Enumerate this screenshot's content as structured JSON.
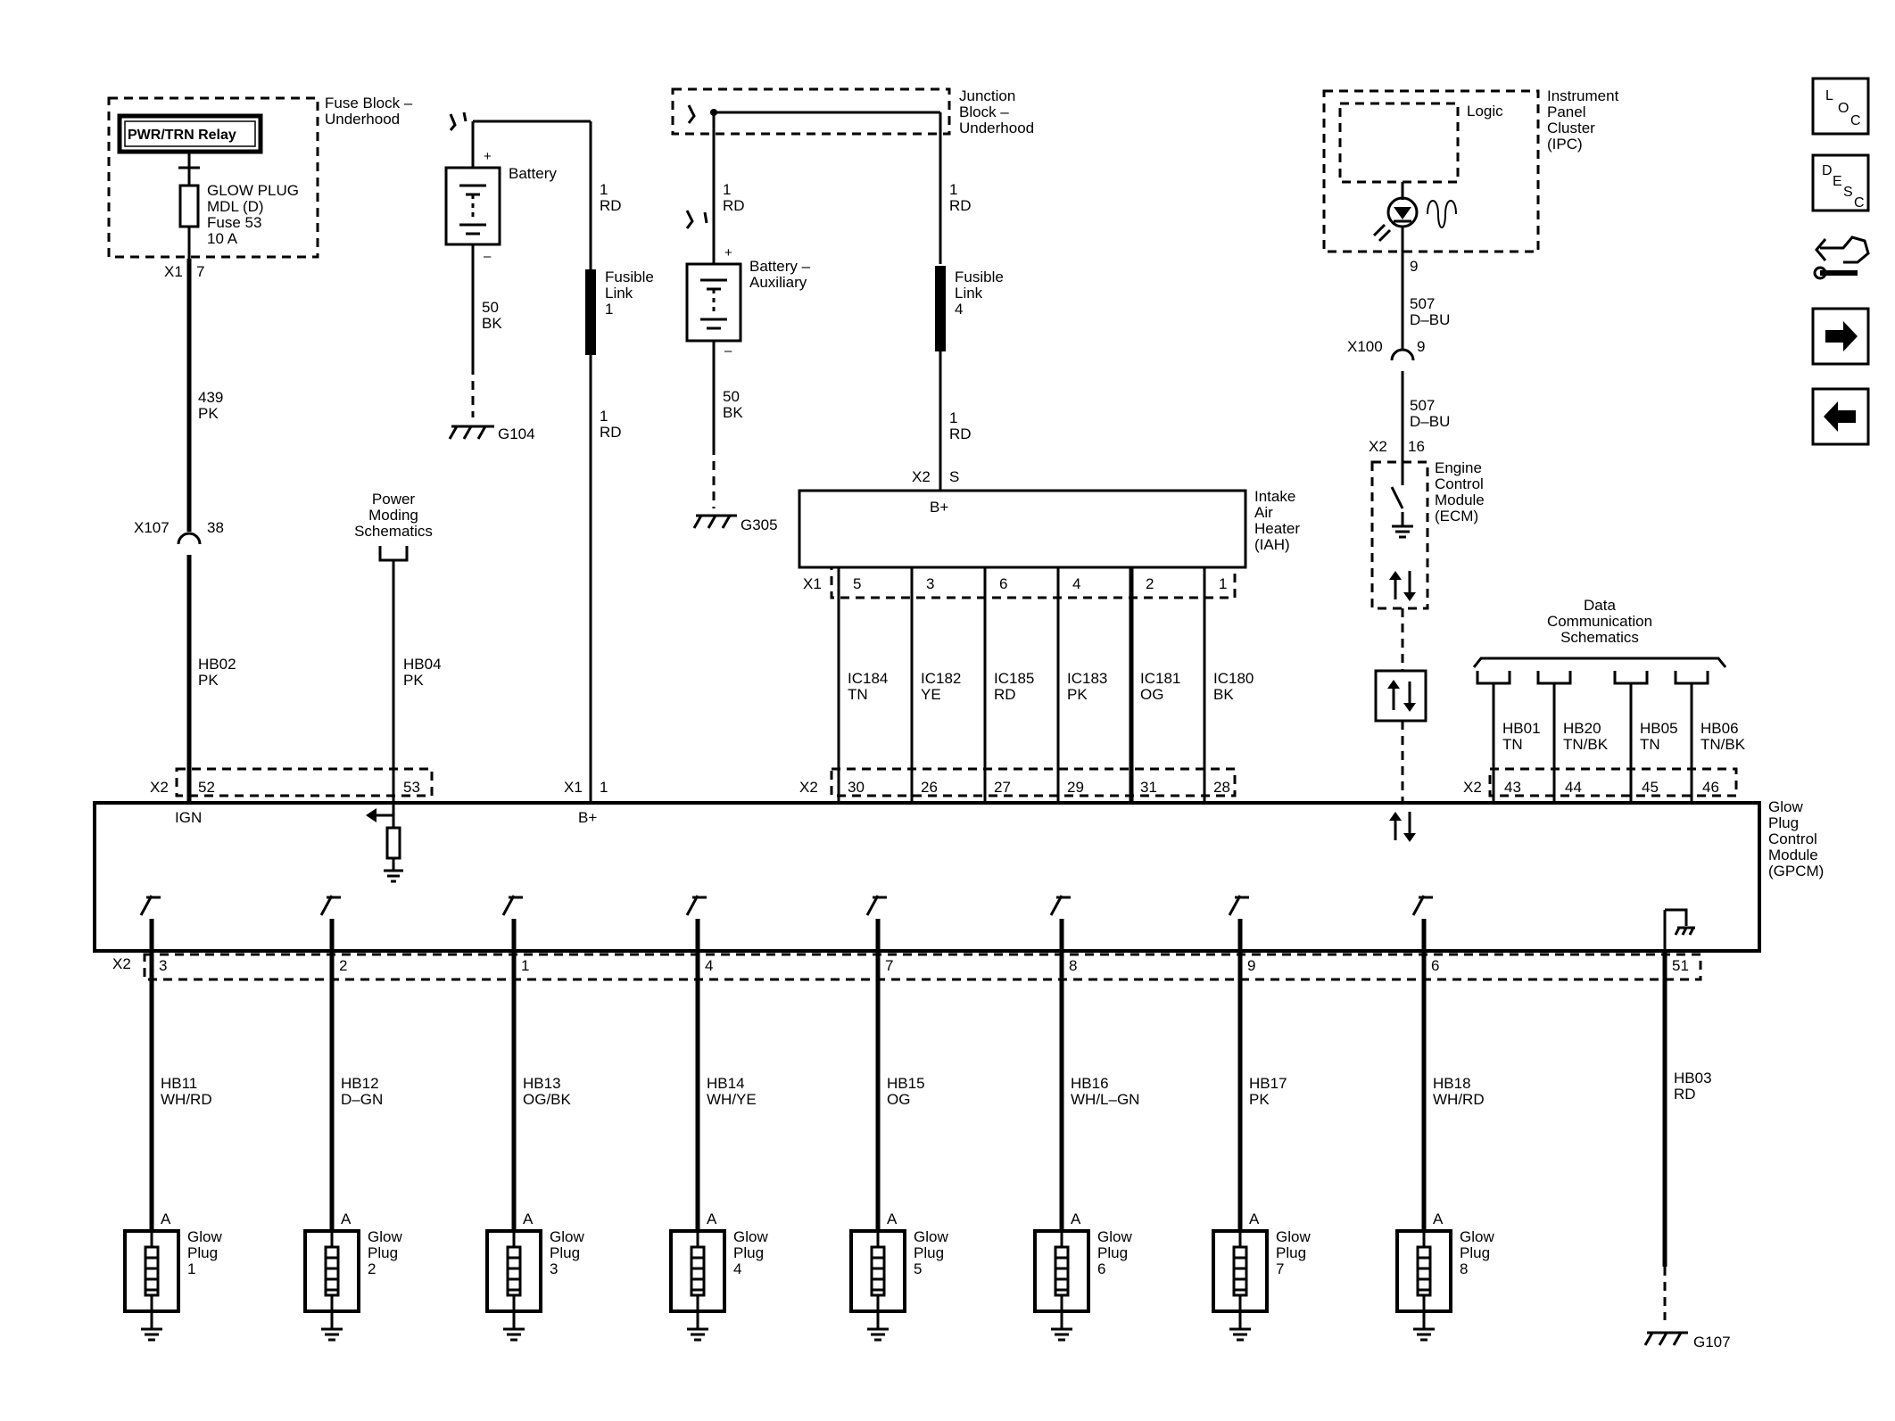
{
  "fuse_block": {
    "title_l1": "Fuse Block –",
    "title_l2": "Underhood",
    "relay": "PWR/TRN Relay",
    "fuse_l1": "GLOW PLUG",
    "fuse_l2": "MDL (D)",
    "fuse_l3": "Fuse 53",
    "fuse_l4": "10 A",
    "connector": "X1",
    "pin": "7"
  },
  "battery": {
    "label": "Battery",
    "plus": "+",
    "minus": "–",
    "ground_wire_l1": "50",
    "ground_wire_l2": "BK",
    "ground": "G104"
  },
  "battery_aux": {
    "label_l1": "Battery –",
    "label_l2": "Auxiliary",
    "plus": "+",
    "minus": "–",
    "ground_wire_l1": "50",
    "ground_wire_l2": "BK",
    "ground": "G305"
  },
  "junction_block": {
    "title_l1": "Junction",
    "title_l2": "Block –",
    "title_l3": "Underhood"
  },
  "wires": {
    "w439_l1": "439",
    "w439_l2": "PK",
    "x107": "X107",
    "x107_pin": "38",
    "hb02_l1": "HB02",
    "hb02_l2": "PK",
    "hb04_l1": "HB04",
    "hb04_l2": "PK",
    "bat_rd_top_l1": "1",
    "bat_rd_top_l2": "RD",
    "bat_rd_bot_l1": "1",
    "bat_rd_bot_l2": "RD",
    "aux_rd_l1": "1",
    "aux_rd_l2": "RD",
    "jb_rd_top_l1": "1",
    "jb_rd_top_l2": "RD",
    "jb_rd_bot_l1": "1",
    "jb_rd_bot_l2": "RD",
    "fl1_l1": "Fusible",
    "fl1_l2": "Link",
    "fl1_l3": "1",
    "fl4_l1": "Fusible",
    "fl4_l2": "Link",
    "fl4_l3": "4",
    "ipc_w1_l1": "507",
    "ipc_w1_l2": "D–BU",
    "ipc_w2_l1": "507",
    "ipc_w2_l2": "D–BU",
    "x100": "X100",
    "x100_pin": "9",
    "hb03_l1": "HB03",
    "hb03_l2": "RD"
  },
  "power_moding": {
    "l1": "Power",
    "l2": "Moding",
    "l3": "Schematics"
  },
  "data_comm": {
    "l1": "Data",
    "l2": "Communication",
    "l3": "Schematics"
  },
  "ipc": {
    "title_l1": "Instrument",
    "title_l2": "Panel",
    "title_l3": "Cluster",
    "title_l4": "(IPC)",
    "logic": "Logic",
    "pin": "9"
  },
  "ecm": {
    "title_l1": "Engine",
    "title_l2": "Control",
    "title_l3": "Module",
    "title_l4": "(ECM)",
    "connector": "X2",
    "pin": "16"
  },
  "iah": {
    "title_l1": "Intake",
    "title_l2": "Air",
    "title_l3": "Heater",
    "title_l4": "(IAH)",
    "top_connector": "X2",
    "top_pin": "S",
    "bplus": "B+",
    "bottom_connector": "X1",
    "pins": [
      "5",
      "3",
      "6",
      "4",
      "2",
      "1"
    ],
    "wires": [
      {
        "code": "IC184",
        "color": "TN"
      },
      {
        "code": "IC182",
        "color": "YE"
      },
      {
        "code": "IC185",
        "color": "RD"
      },
      {
        "code": "IC183",
        "color": "PK"
      },
      {
        "code": "IC181",
        "color": "OG"
      },
      {
        "code": "IC180",
        "color": "BK"
      }
    ],
    "gpcm_pins": [
      "30",
      "26",
      "27",
      "29",
      "31",
      "28"
    ]
  },
  "gpcm": {
    "title_l1": "Glow",
    "title_l2": "Plug",
    "title_l3": "Control",
    "title_l4": "Module",
    "title_l5": "(GPCM)",
    "x2": "X2",
    "pin52": "52",
    "pin53": "53",
    "ign": "IGN",
    "x1": "X1",
    "pin1": "1",
    "bplus": "B+",
    "x2_mid": "X2",
    "x2_right": "X2",
    "data_pins": [
      "43",
      "44",
      "45",
      "46"
    ],
    "data_wires": [
      {
        "code": "HB01",
        "color": "TN"
      },
      {
        "code": "HB20",
        "color": "TN/BK"
      },
      {
        "code": "HB05",
        "color": "TN"
      },
      {
        "code": "HB06",
        "color": "TN/BK"
      }
    ],
    "x2_bottom": "X2",
    "ground_pin": "51",
    "ground": "G107"
  },
  "glow_plugs": [
    {
      "pin": "3",
      "code": "HB11",
      "color": "WH/RD",
      "terminal": "A",
      "l1": "Glow",
      "l2": "Plug",
      "num": "1"
    },
    {
      "pin": "2",
      "code": "HB12",
      "color": "D–GN",
      "terminal": "A",
      "l1": "Glow",
      "l2": "Plug",
      "num": "2"
    },
    {
      "pin": "1",
      "code": "HB13",
      "color": "OG/BK",
      "terminal": "A",
      "l1": "Glow",
      "l2": "Plug",
      "num": "3"
    },
    {
      "pin": "4",
      "code": "HB14",
      "color": "WH/YE",
      "terminal": "A",
      "l1": "Glow",
      "l2": "Plug",
      "num": "4"
    },
    {
      "pin": "7",
      "code": "HB15",
      "color": "OG",
      "terminal": "A",
      "l1": "Glow",
      "l2": "Plug",
      "num": "5"
    },
    {
      "pin": "8",
      "code": "HB16",
      "color": "WH/L–GN",
      "terminal": "A",
      "l1": "Glow",
      "l2": "Plug",
      "num": "6"
    },
    {
      "pin": "9",
      "code": "HB17",
      "color": "PK",
      "terminal": "A",
      "l1": "Glow",
      "l2": "Plug",
      "num": "7"
    },
    {
      "pin": "6",
      "code": "HB18",
      "color": "WH/RD",
      "terminal": "A",
      "l1": "Glow",
      "l2": "Plug",
      "num": "8"
    }
  ],
  "nav": {
    "loc": {
      "l": "L",
      "o": "O",
      "c": "C"
    },
    "desc": {
      "d": "D",
      "e": "E",
      "s": "S",
      "c": "C"
    }
  }
}
